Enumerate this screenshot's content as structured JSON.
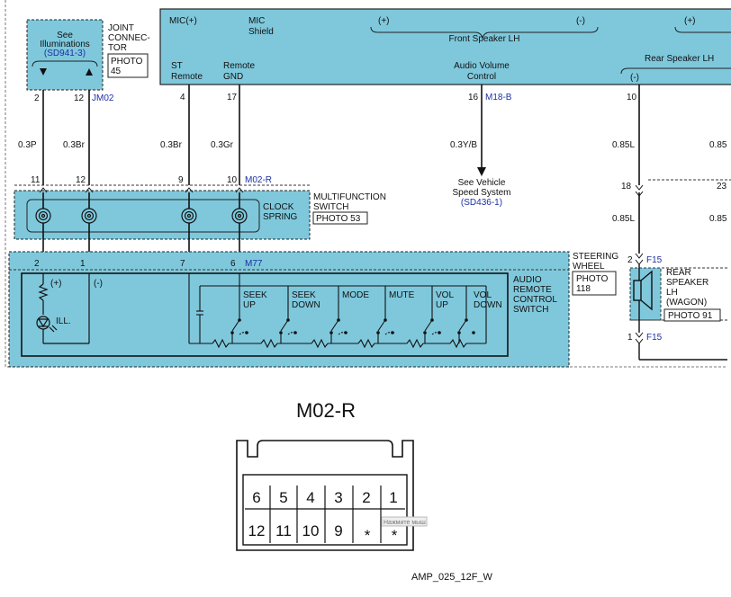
{
  "joint_connector": {
    "see_text": "See",
    "illum_text": "Illuminations",
    "ref": "(SD941-3)",
    "label_l1": "JOINT",
    "label_l2": "CONNEC-",
    "label_l3": "TOR",
    "photo_l1": "PHOTO",
    "photo_l2": "45",
    "pin_a": "2",
    "pin_b": "12",
    "conn_id": "JM02"
  },
  "audio_unit": {
    "mic_plus": "MIC(+)",
    "mic_l1": "MIC",
    "mic_l2": "Shield",
    "plus1": "(+)",
    "minus1": "(-)",
    "plus2": "(+)",
    "front_lh": "Front Speaker LH",
    "st_l1": "ST",
    "st_l2": "Remote",
    "rg_l1": "Remote",
    "rg_l2": "GND",
    "av_l1": "Audio Volume",
    "av_l2": "Control",
    "rear_lh": "Rear Speaker LH",
    "minus2": "(-)",
    "pin_4": "4",
    "pin_17": "17",
    "pin_16": "16",
    "conn_m18": "M18-B",
    "pin_10": "10"
  },
  "wires": {
    "w1": "0.3P",
    "w2": "0.3Br",
    "w3": "0.3Br",
    "w4": "0.3Gr",
    "w5": "0.3Y/B",
    "w6": "0.85L",
    "w7": "0.85",
    "w8": "0.85L",
    "w9": "0.85"
  },
  "vehicle_speed": {
    "l1": "See Vehicle",
    "l2": "Speed System",
    "ref": "(SD436-1)"
  },
  "multifunction": {
    "pin_11": "11",
    "pin_12": "12",
    "pin_9": "9",
    "pin_10": "10",
    "conn_id": "M02-R",
    "clock_l1": "CLOCK",
    "clock_l2": "SPRING",
    "label_l1": "MULTIFUNCTION",
    "label_l2": "SWITCH",
    "photo": "PHOTO 53"
  },
  "steering": {
    "label_l1": "STEERING",
    "label_l2": "WHEEL",
    "photo_l1": "PHOTO",
    "photo_l2": "118",
    "pin_2": "2",
    "pin_1": "1",
    "pin_7": "7",
    "pin_6": "6",
    "conn_id": "M77",
    "plus": "(+)",
    "minus": "(-)",
    "ill": "ILL.",
    "seek_up_1": "SEEK",
    "seek_up_2": "UP",
    "seek_down_1": "SEEK",
    "seek_down_2": "DOWN",
    "mode": "MODE",
    "mute": "MUTE",
    "vol_up_1": "VOL",
    "vol_up_2": "UP",
    "vol_down_1": "VOL",
    "vol_down_2": "DOWN",
    "arc_l1": "AUDIO",
    "arc_l2": "REMOTE",
    "arc_l3": "CONTROL",
    "arc_l4": "SWITCH"
  },
  "rear_speaker": {
    "splice_18": "18",
    "splice_23": "23",
    "pin_2": "2",
    "pin_1": "1",
    "conn_a": "F15",
    "conn_b": "F15",
    "l1": "REAR",
    "l2": "SPEAKER",
    "l3": "LH",
    "l4": "(WAGON)",
    "photo": "PHOTO 91"
  },
  "connector_view": {
    "title": "M02-R",
    "row1": [
      "6",
      "5",
      "4",
      "3",
      "2",
      "1"
    ],
    "row2": [
      "12",
      "11",
      "10",
      "9",
      "*",
      "*"
    ],
    "watermark": "Нажмите мыш",
    "part_no": "AMP_025_12F_W"
  },
  "colors": {
    "highlight": "#7fc8dc",
    "wire": "#111111",
    "ref_text": "#1c2fa6"
  }
}
